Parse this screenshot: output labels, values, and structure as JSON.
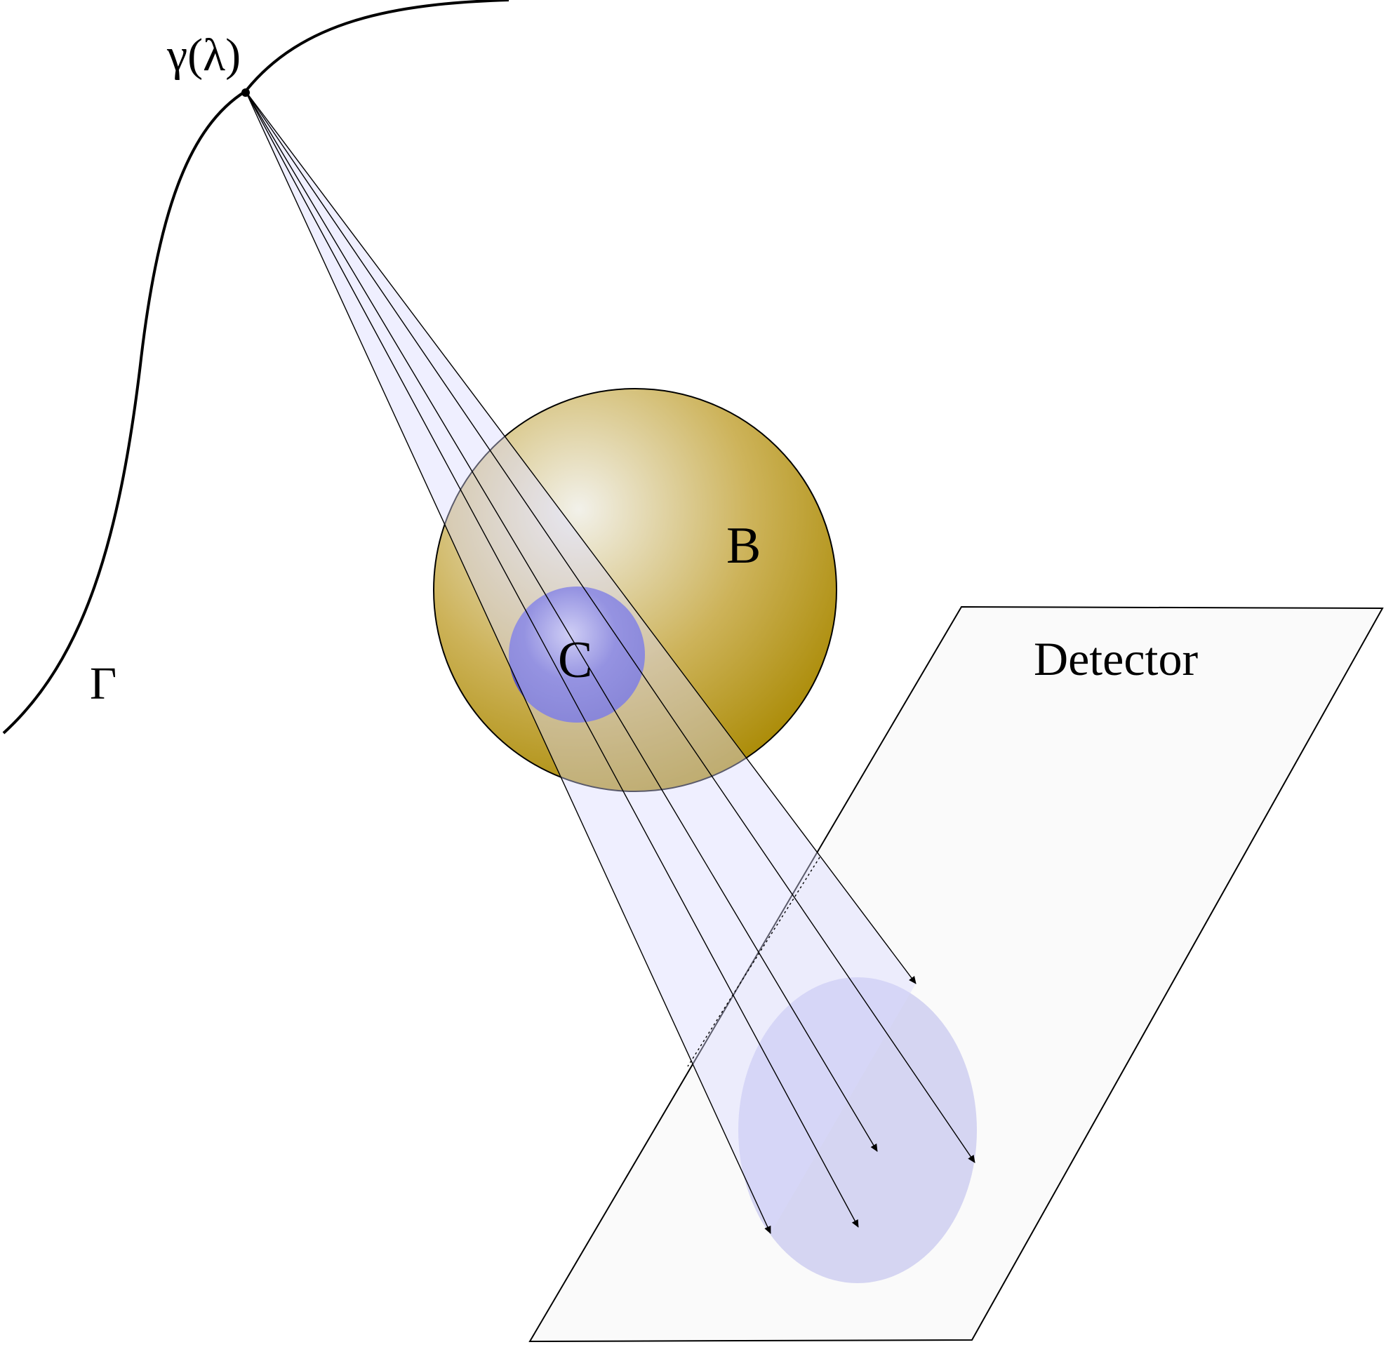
{
  "labels": {
    "curve_point": "γ(λ)",
    "curve": "Γ",
    "outer_sphere": "B",
    "inner_sphere": "C",
    "detector": "Detector"
  },
  "colors": {
    "sphere_b_light": "#f2f1ea",
    "sphere_b_dark": "#a88800",
    "sphere_c_light": "#c8c6ee",
    "sphere_c_dark": "#4a46b8",
    "beam_fill": "#d8d8ff",
    "projection_fill": "#c4c4ee",
    "detector_fill": "#fafafa",
    "line": "#000000"
  }
}
